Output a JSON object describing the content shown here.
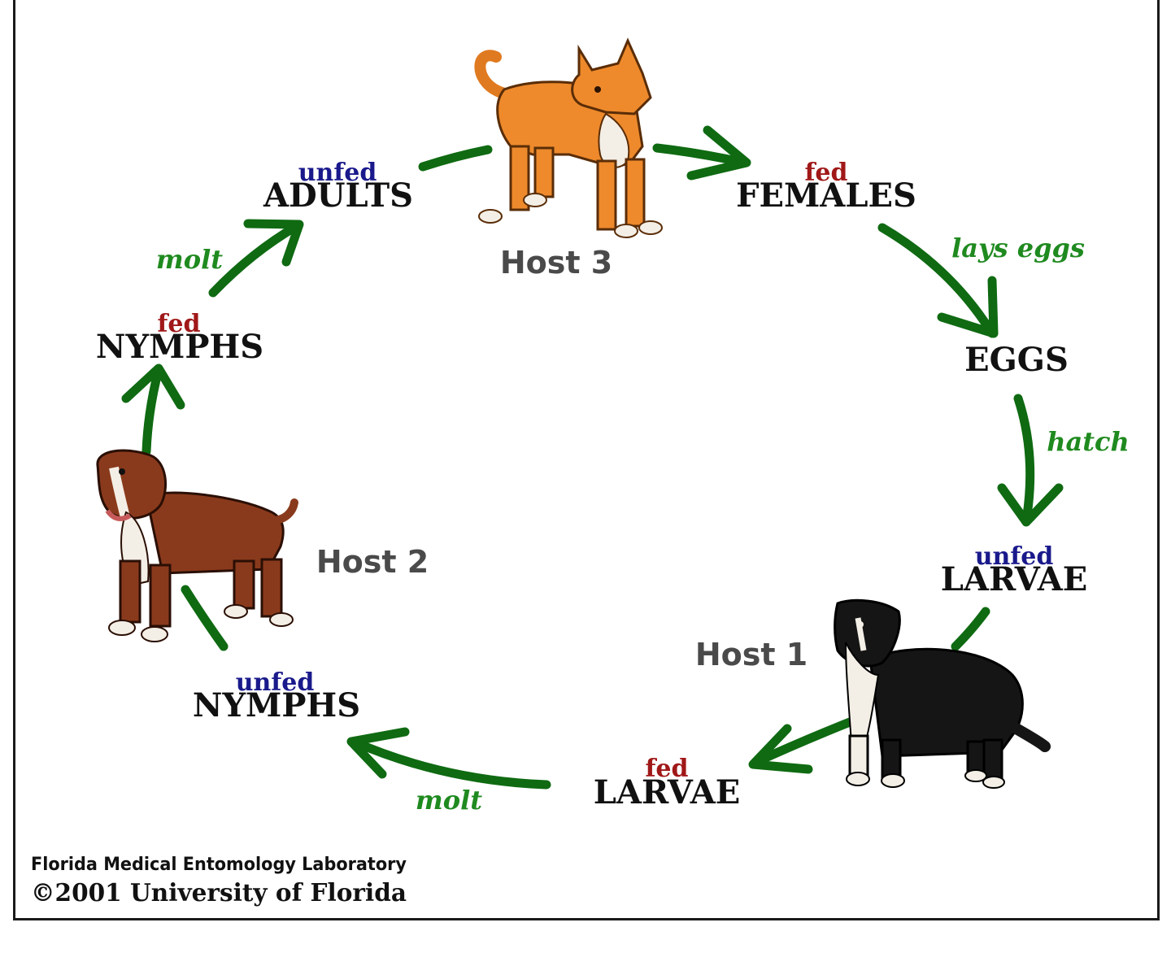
{
  "stages": {
    "adults": {
      "state": "unfed",
      "label": "ADULTS"
    },
    "females": {
      "state": "fed",
      "label": "FEMALES"
    },
    "eggs": {
      "label": "EGGS"
    },
    "larvae_unfed": {
      "state": "unfed",
      "label": "LARVAE"
    },
    "larvae_fed": {
      "state": "fed",
      "label": "LARVAE"
    },
    "nymphs_unfed": {
      "state": "unfed",
      "label": "NYMPHS"
    },
    "nymphs_fed": {
      "state": "fed",
      "label": "NYMPHS"
    }
  },
  "actions": {
    "lays_eggs": "lays eggs",
    "hatch": "hatch",
    "molt_bottom": "molt",
    "molt_left": "molt"
  },
  "hosts": {
    "host1": "Host 1",
    "host2": "Host 2",
    "host3": "Host 3"
  },
  "credits": {
    "lab": "Florida Medical Entomology Laboratory",
    "copyright": "©2001 University of Florida"
  },
  "colors": {
    "arrow": "#0f6a12",
    "unfed": "#1a1a8c",
    "fed": "#a01818",
    "action": "#1f8a1f",
    "host_label": "#4a4a4a"
  }
}
